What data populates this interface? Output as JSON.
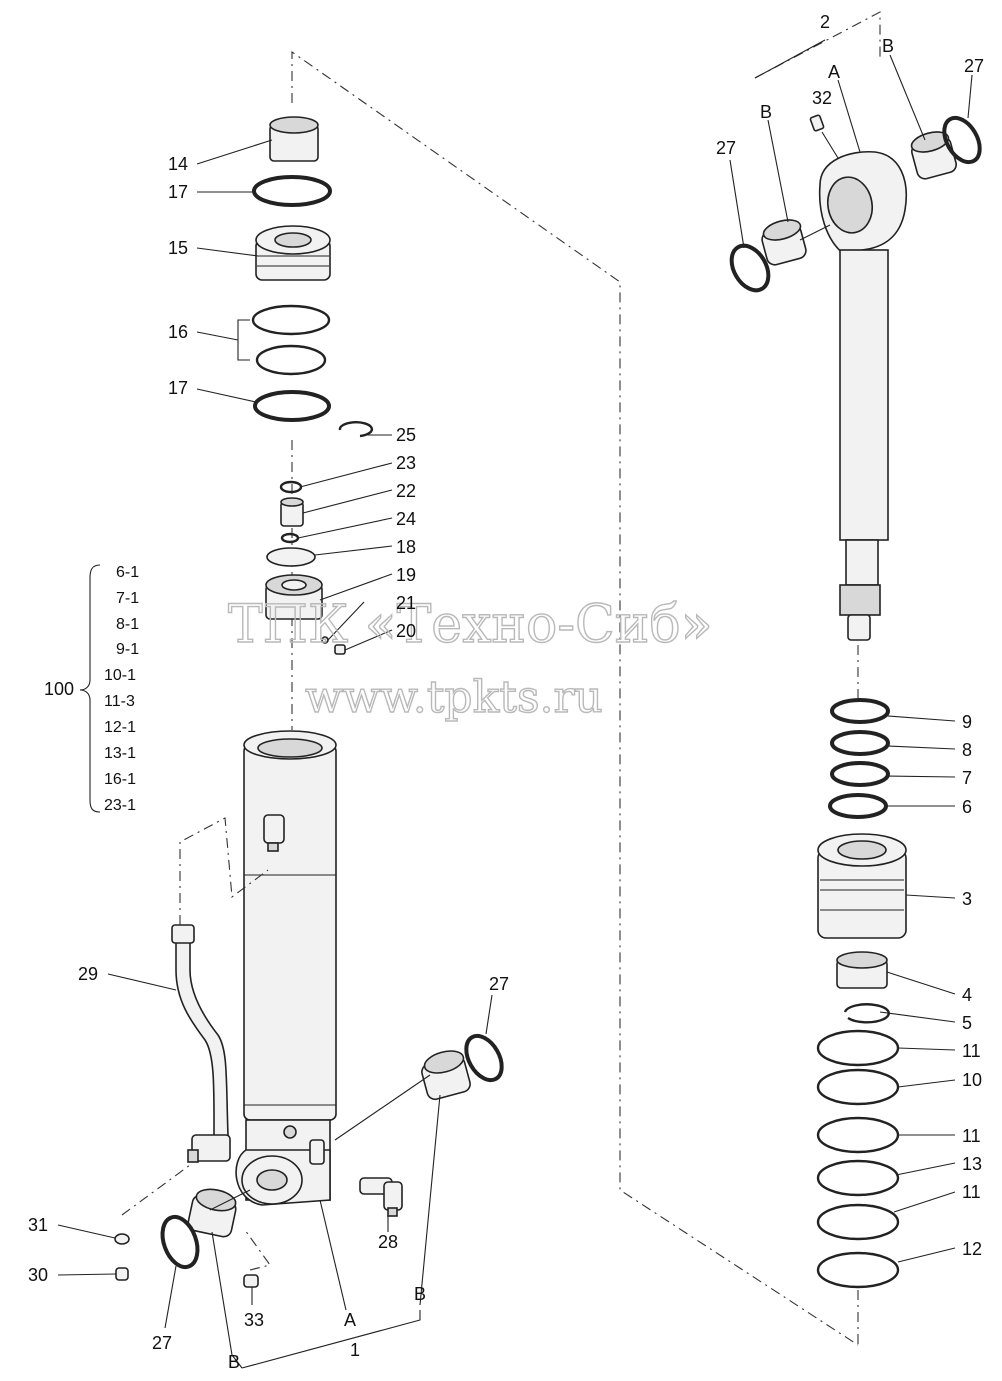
{
  "watermark": {
    "company": "ТПК «Техно-Сиб»",
    "site": "www.tpkts.ru"
  },
  "callouts": {
    "n14": "14",
    "n17a": "17",
    "n15": "15",
    "n16": "16",
    "n17b": "17",
    "n25": "25",
    "n23": "23",
    "n22": "22",
    "n24": "24",
    "n18": "18",
    "n19": "19",
    "n21": "21",
    "n20": "20",
    "n29": "29",
    "n27c": "27",
    "n28": "28",
    "n31": "31",
    "n30": "30",
    "n33": "33",
    "n27d": "27",
    "n1": "1",
    "A1": "A",
    "B1": "B",
    "B2": "B",
    "n2": "2",
    "A2": "A",
    "B3": "B",
    "B4": "B",
    "n27a": "27",
    "n27b": "27",
    "n32": "32",
    "n9": "9",
    "n8": "8",
    "n7": "7",
    "n6": "6",
    "n3": "3",
    "n4": "4",
    "n5": "5",
    "n11a": "11",
    "n10": "10",
    "n11b": "11",
    "n13": "13",
    "n11c": "11",
    "n12": "12"
  },
  "kit": {
    "number": "100",
    "items": [
      "6-1",
      "7-1",
      "8-1",
      "9-1",
      "10-1",
      "11-3",
      "12-1",
      "13-1",
      "16-1",
      "23-1"
    ]
  }
}
